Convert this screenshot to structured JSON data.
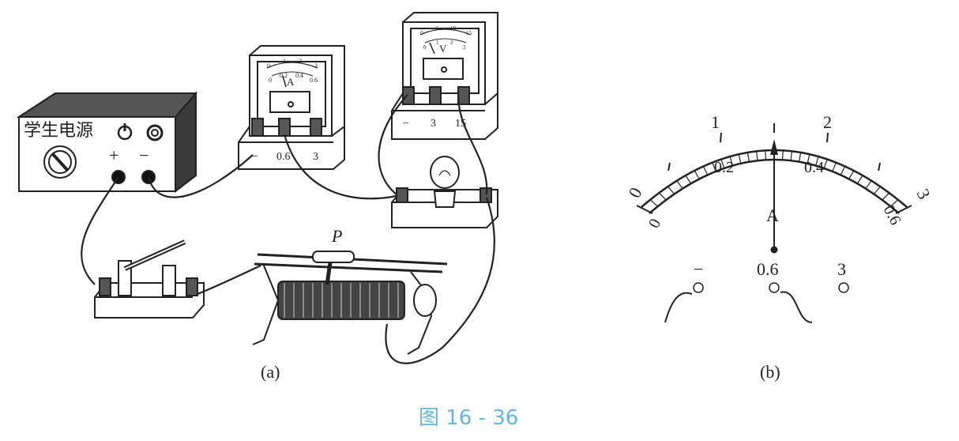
{
  "figure": {
    "caption": "图 16 - 36",
    "caption_color": "#5fb7e6"
  },
  "panel_a": {
    "label": "(a)",
    "power_supply": {
      "name": "学生电源",
      "plus": "+",
      "minus": "−"
    },
    "ammeter": {
      "unit": "A",
      "terminals": [
        "−",
        "0.6",
        "3"
      ],
      "scale_outer": [
        "0",
        "1",
        "2",
        "3"
      ],
      "scale_inner": [
        "0",
        "0.2",
        "0.4",
        "0.6"
      ]
    },
    "voltmeter": {
      "unit": "V",
      "terminals": [
        "−",
        "3",
        "15"
      ],
      "scale_outer": [
        "0",
        "5",
        "10",
        "15"
      ],
      "scale_inner": [
        "0",
        "1",
        "2",
        "3"
      ]
    },
    "rheostat_slider": "P"
  },
  "panel_b": {
    "label": "(b)",
    "unit": "A",
    "outer_labels": [
      "0",
      "1",
      "2",
      "3"
    ],
    "inner_labels": [
      "0",
      "0.2",
      "0.4",
      "0.6"
    ],
    "terminals": [
      "−",
      "0.6",
      "3"
    ]
  }
}
